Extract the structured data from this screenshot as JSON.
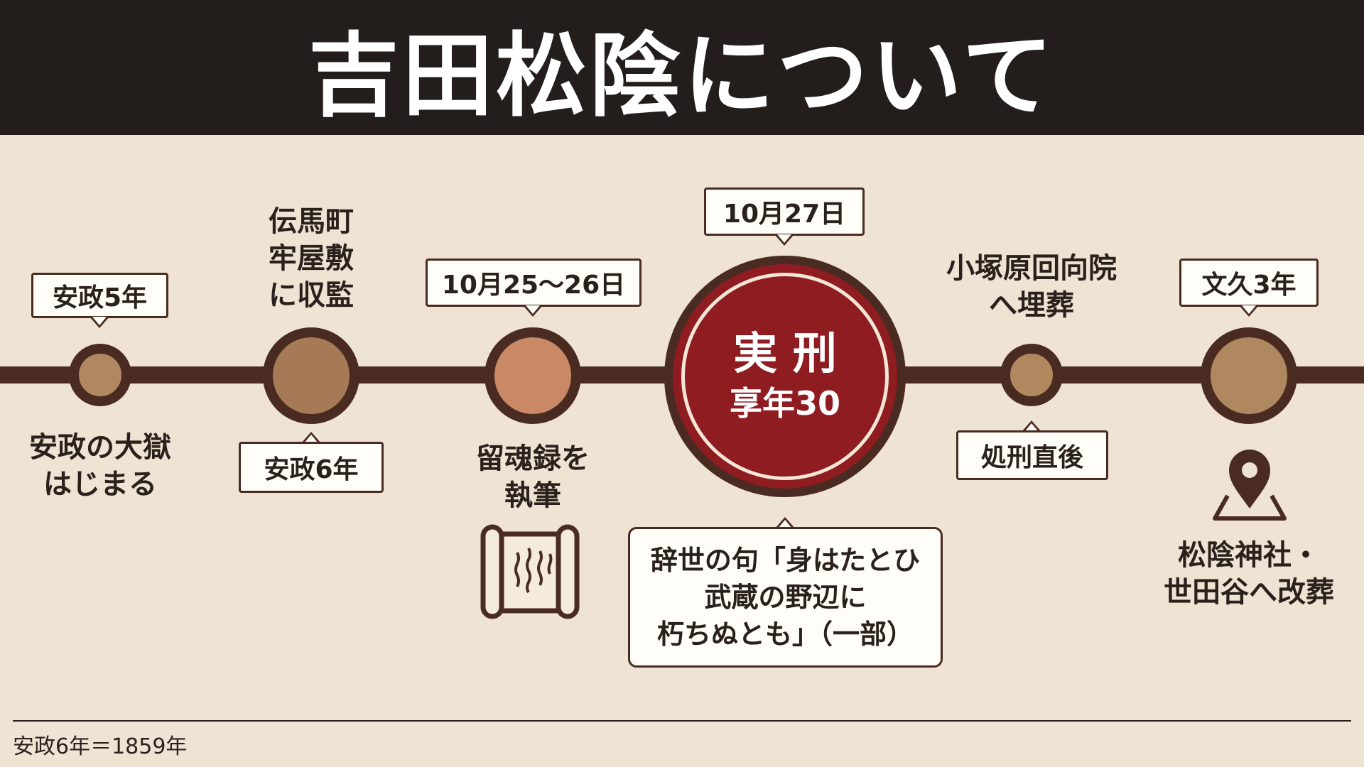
{
  "title": "吉田松陰について",
  "events": [
    {
      "date": "安政5年",
      "text": [
        "安政の大獄",
        "はじまる"
      ]
    },
    {
      "date": "安政6年",
      "text": [
        "伝馬町",
        "牢屋敷",
        "に収監"
      ]
    },
    {
      "date": "10月25〜26日",
      "text": [
        "留魂録を",
        "執筆"
      ]
    },
    {
      "date": "10月27日",
      "main": "実 刑",
      "sub": "享年30",
      "quote": [
        "辞世の句「身はたとひ",
        "武蔵の野辺に",
        "朽ちぬとも」（一部）"
      ]
    },
    {
      "date": "処刑直後",
      "text": [
        "小塚原回向院",
        "へ埋葬"
      ]
    },
    {
      "date": "文久3年",
      "text": [
        "松陰神社・",
        "世田谷へ改葬"
      ]
    }
  ],
  "footnote": "安政6年＝1859年",
  "colors": {
    "header": "#231e1c",
    "background": "#efe4d3",
    "line": "#4a2b22",
    "highlight": "#8e1c21"
  }
}
